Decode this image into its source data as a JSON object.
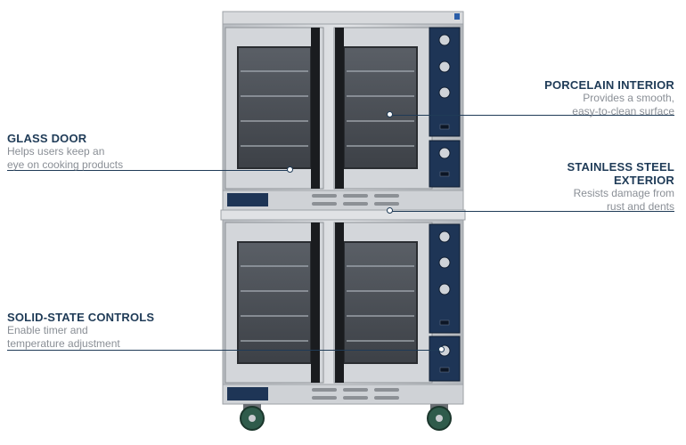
{
  "callouts": {
    "porcelain": {
      "title": "PORCELAIN INTERIOR",
      "desc_line1": "Provides a smooth,",
      "desc_line2": "easy-to-clean surface"
    },
    "glass": {
      "title": "GLASS DOOR",
      "desc_line1": "Helps users keep an",
      "desc_line2": "eye on cooking products"
    },
    "steel": {
      "title_line1": "STAINLESS STEEL",
      "title_line2": "EXTERIOR",
      "desc_line1": "Resists damage from",
      "desc_line2": "rust and dents"
    },
    "controls": {
      "title": "SOLID-STATE CONTROLS",
      "desc_line1": "Enable timer and",
      "desc_line2": "temperature adjustment"
    }
  },
  "colors": {
    "title": "#1f3b57",
    "desc": "#8a8f96",
    "steel": "#c9ccd0",
    "panel": "#1e3556",
    "glass": "#4a4f55"
  }
}
